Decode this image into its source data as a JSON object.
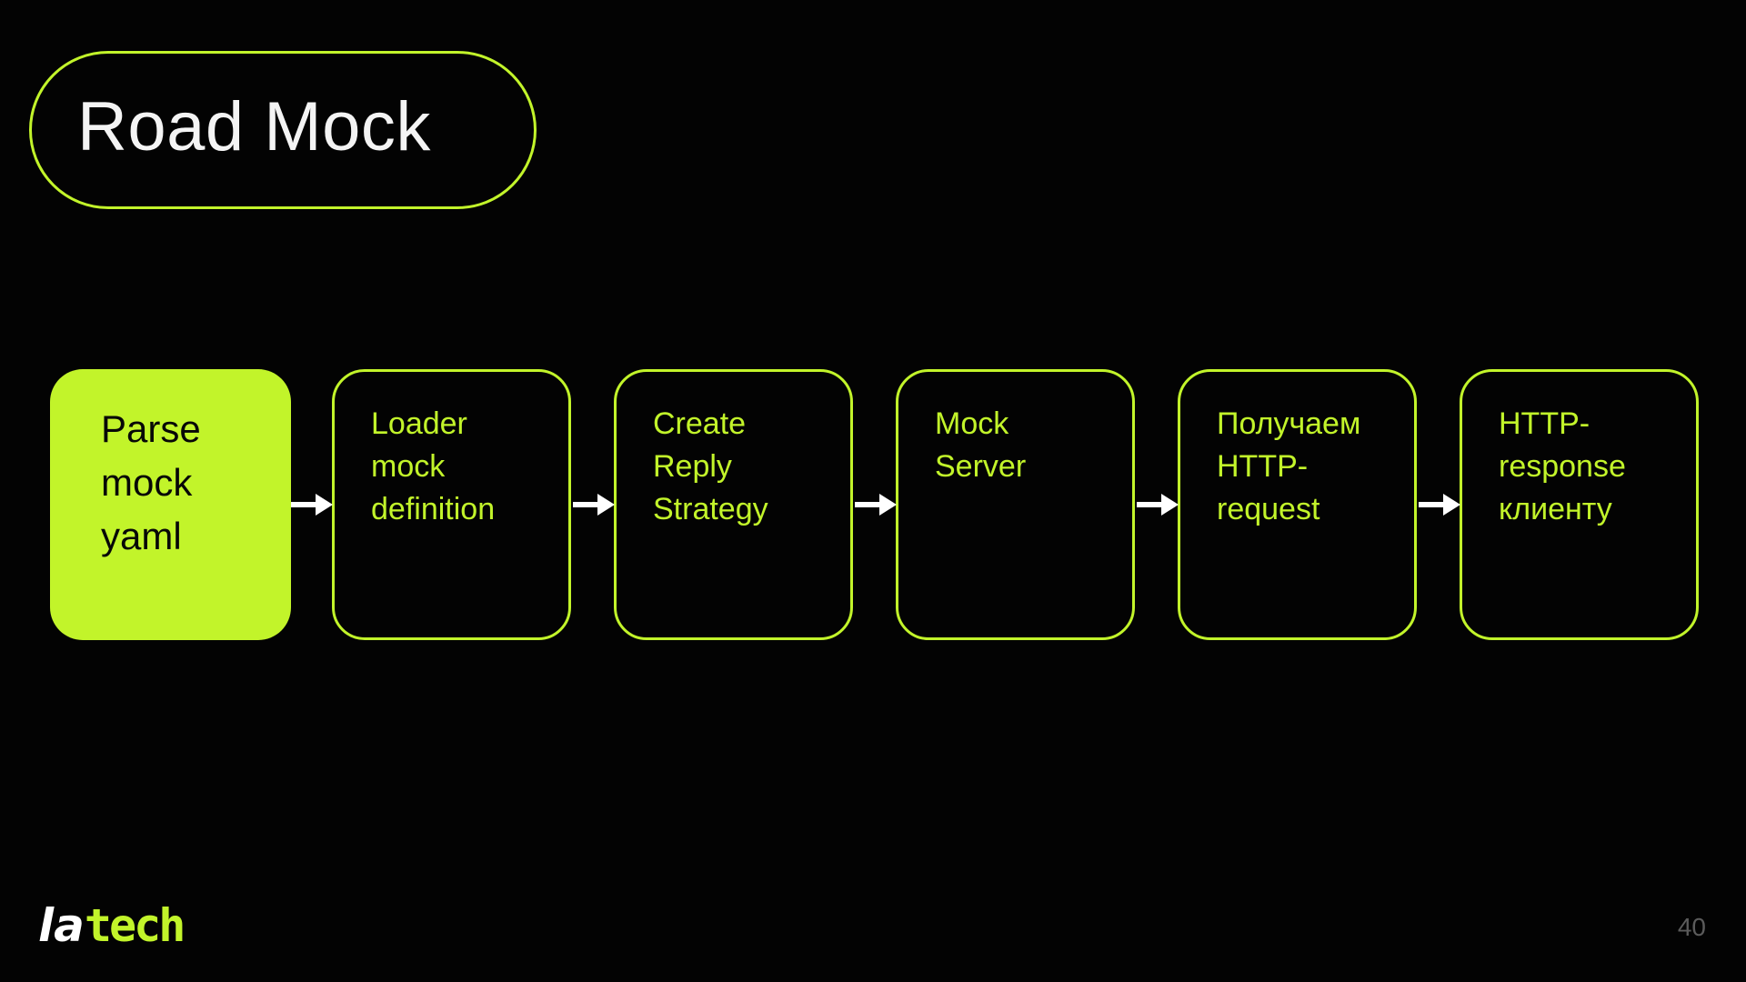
{
  "page": {
    "background": "#030303",
    "accent": "#c2f42a",
    "arrow_color": "#ffffff"
  },
  "title": {
    "text": "Road Mock"
  },
  "flow": {
    "steps": [
      {
        "label": "Parse mock yaml",
        "highlighted": true,
        "lines": [
          "Parse",
          "mock",
          "yaml"
        ]
      },
      {
        "label": "Loader mock definition",
        "highlighted": false,
        "lines": [
          "Loader",
          "mock",
          "definition"
        ]
      },
      {
        "label": "Create Reply Strategy",
        "highlighted": false,
        "lines": [
          "Create",
          "Reply",
          "Strategy"
        ]
      },
      {
        "label": "Mock Server",
        "highlighted": false,
        "lines": [
          "Mock",
          "Server"
        ]
      },
      {
        "label": "Получаем HTTP-request",
        "highlighted": false,
        "lines": [
          "Получаем",
          "HTTP-",
          "request"
        ]
      },
      {
        "label": "HTTP-response клиенту",
        "highlighted": false,
        "lines": [
          "HTTP-",
          "response",
          "клиенту"
        ]
      }
    ]
  },
  "footer": {
    "logo_la": "la",
    "logo_tech": "tech",
    "page_number": "40"
  }
}
